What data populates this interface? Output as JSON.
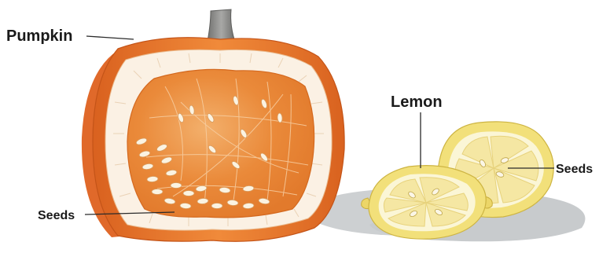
{
  "labels": {
    "pumpkin": "Pumpkin",
    "pumpkin_seeds": "Seeds",
    "lemon": "Lemon",
    "lemon_seeds": "Seeds"
  },
  "colors": {
    "pumpkin_rind": "#e8742a",
    "pumpkin_flesh_light": "#fbf1e4",
    "pumpkin_cavity": "#e9822f",
    "pumpkin_cavity_light": "#f6c79a",
    "stem": "#8c8c8a",
    "lemon_rind": "#f2e07a",
    "lemon_pith": "#fbf6d6",
    "lemon_flesh": "#f5e7a3",
    "shadow": "#c9ccce",
    "seed": "#fbf3e2"
  }
}
